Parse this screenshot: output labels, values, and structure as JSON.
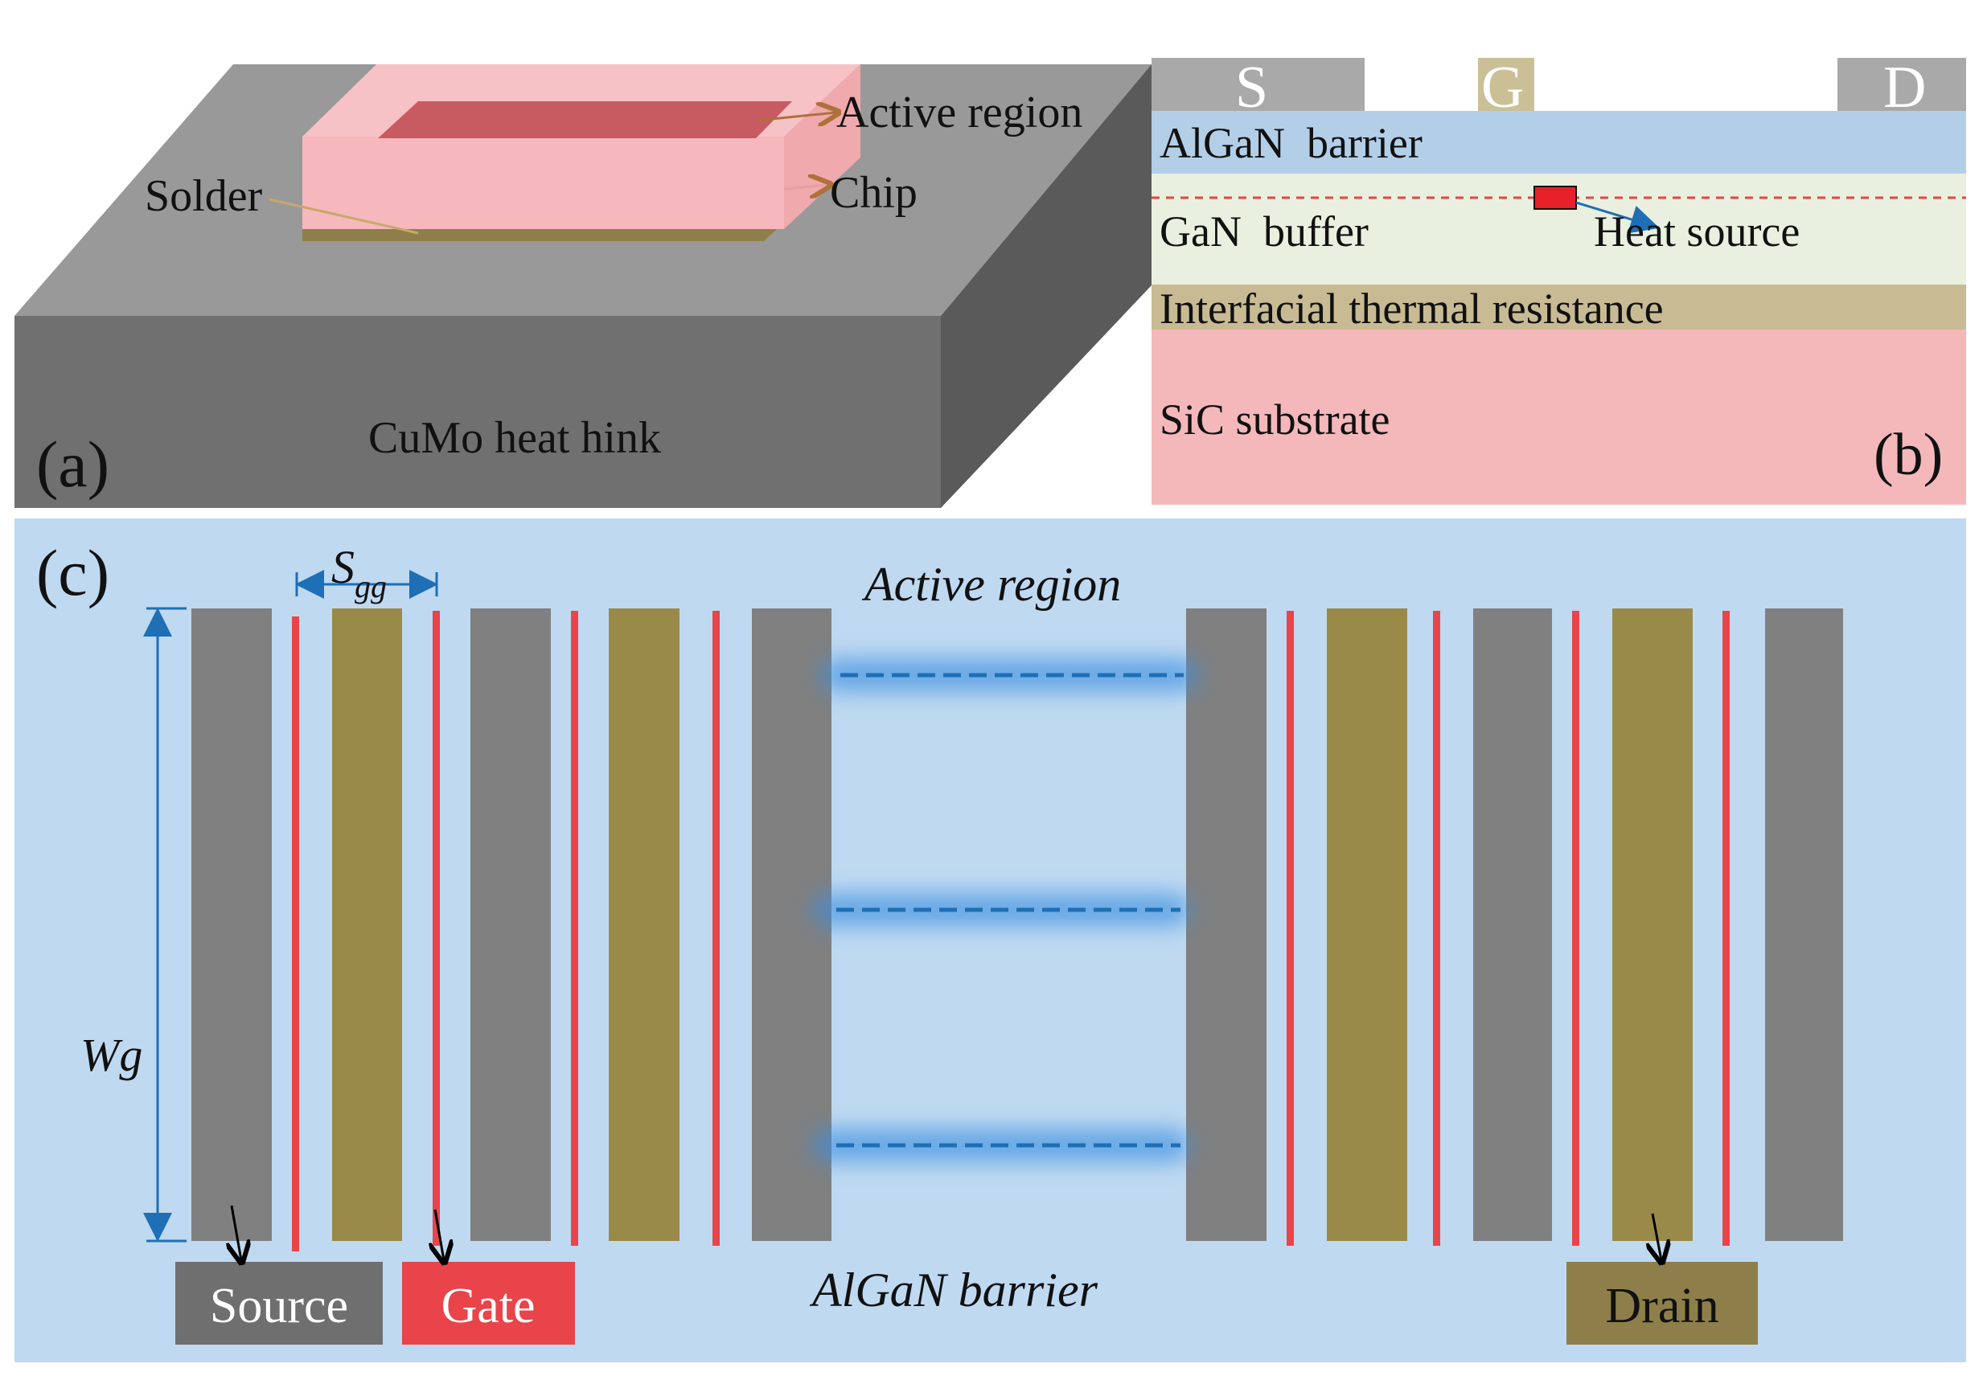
{
  "panel_a": {
    "label": "(a)",
    "active_region": "Active region",
    "chip": "Chip",
    "solder": "Solder",
    "heat_sink": "CuMo heat hink"
  },
  "panel_b": {
    "label": "(b)",
    "electrode_s": "S",
    "electrode_g": "G",
    "electrode_d": "D",
    "barrier": "AlGaN  barrier",
    "buffer": "GaN  buffer",
    "heat_source": "Heat source",
    "interface": "Interfacial thermal resistance",
    "substrate": "SiC substrate"
  },
  "panel_c": {
    "label": "(c)",
    "spacing_label_main": "S",
    "spacing_label_sub": "gg",
    "width_label": "Wg",
    "active_region": "Active region",
    "barrier": "AlGaN barrier",
    "source": "Source",
    "gate": "Gate",
    "drain": "Drain"
  },
  "colors": {
    "sink_top": "#999999",
    "sink_front": "#6d6d6d",
    "sink_side": "#5a5a5a",
    "chip": "#f6b8bc",
    "active": "#c85a62",
    "solder": "#8e7f4a",
    "barrier": "#b3cfe8",
    "buffer": "#eaf0df",
    "interface": "#c8bb94",
    "substrate": "#f4b8ba",
    "panel_c_bg": "#bfd9f1",
    "source_finger": "#808080",
    "drain_finger": "#9a8a4a",
    "gate_line": "#e8444a",
    "dimension": "#1e6fb5"
  }
}
